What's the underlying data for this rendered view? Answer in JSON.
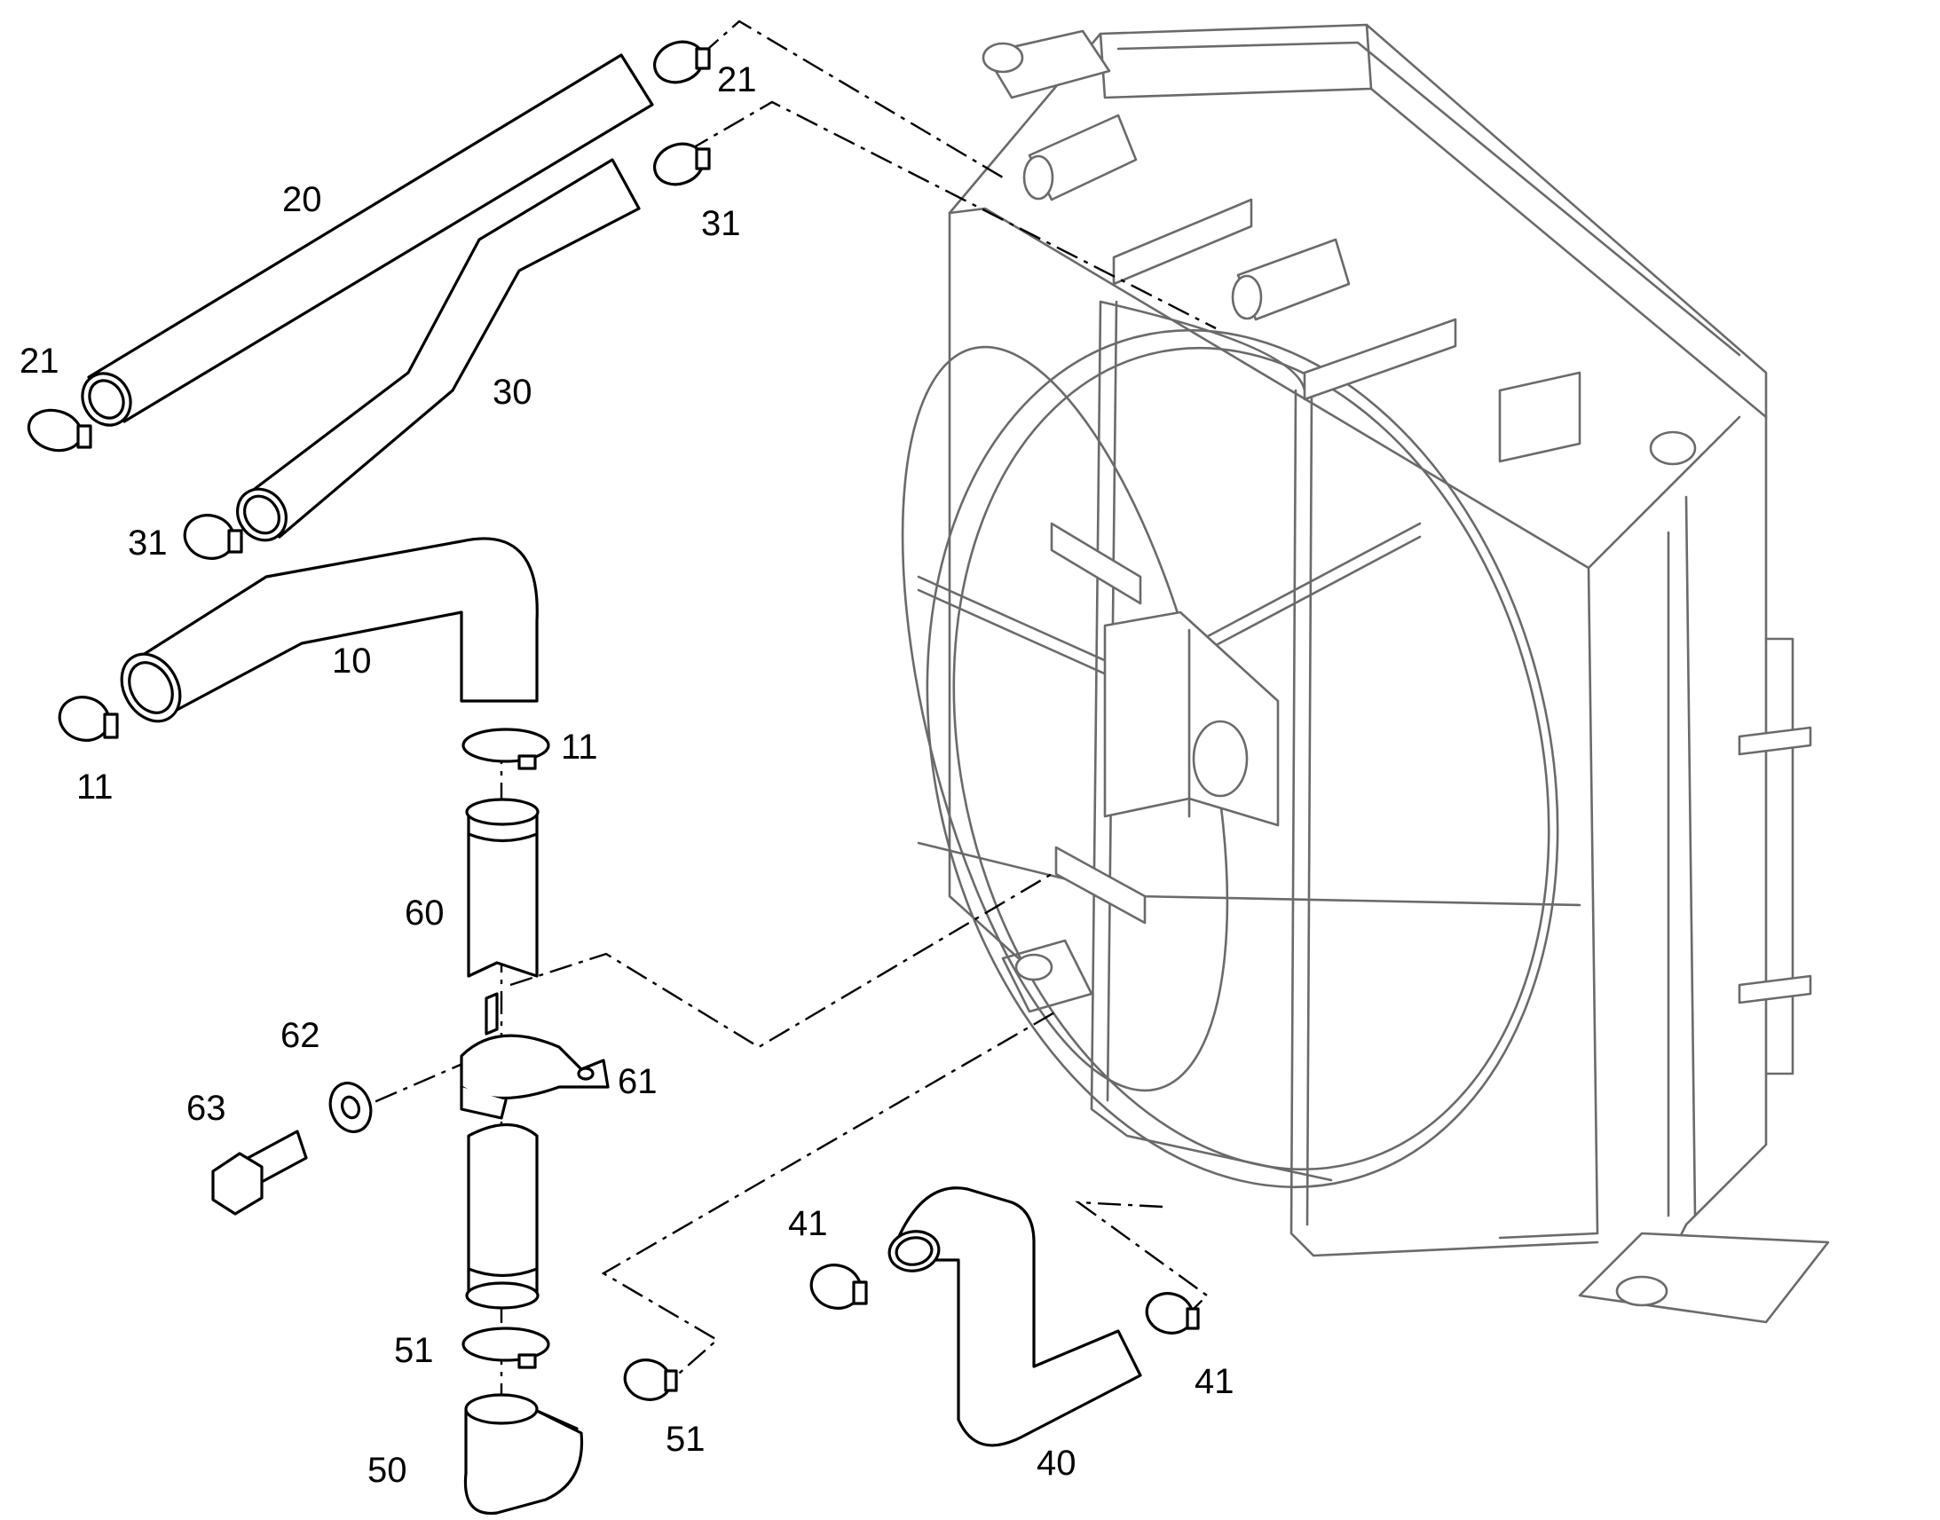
{
  "labels": {
    "p10": "10",
    "p11a": "11",
    "p11b": "11",
    "p20": "20",
    "p21a": "21",
    "p21b": "21",
    "p30": "30",
    "p31a": "31",
    "p31b": "31",
    "p40": "40",
    "p41a": "41",
    "p41b": "41",
    "p50": "50",
    "p51a": "51",
    "p51b": "51",
    "p60": "60",
    "p61": "61",
    "p62": "62",
    "p63": "63"
  }
}
